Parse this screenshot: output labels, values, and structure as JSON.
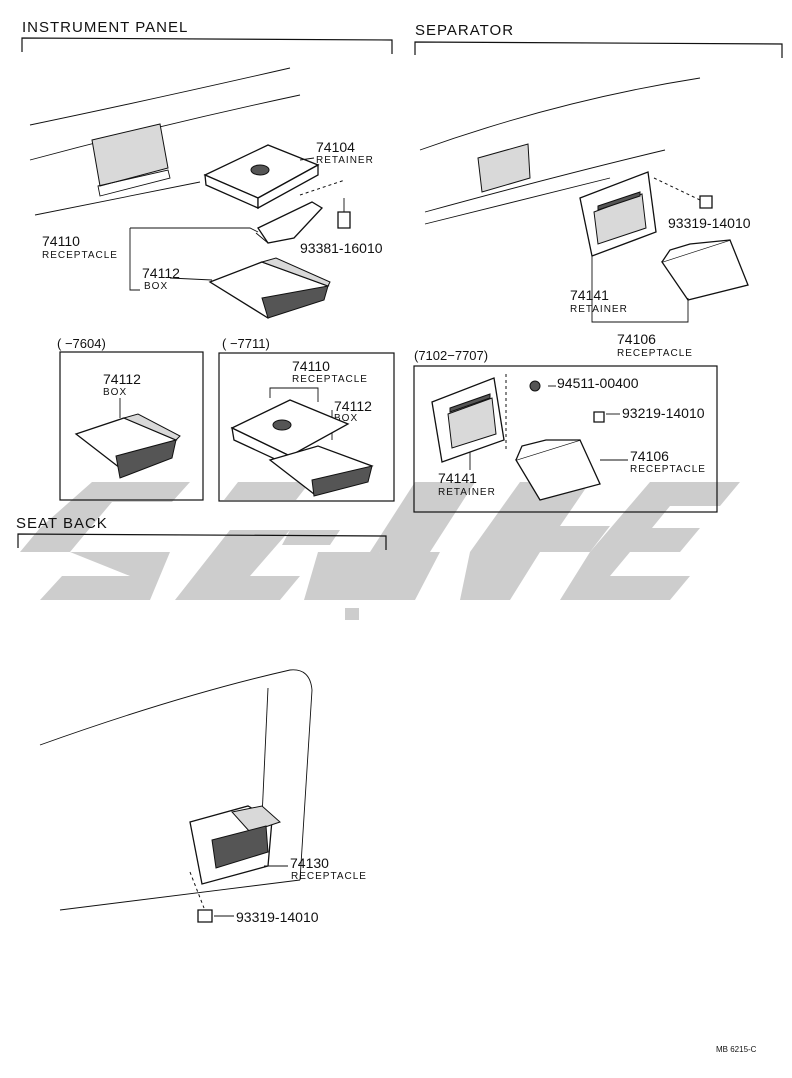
{
  "sections": {
    "instrument_panel": "INSTRUMENT  PANEL",
    "separator": "SEPARATOR",
    "seat_back": "SEAT  BACK"
  },
  "ranges": {
    "r1": "(        −7604)",
    "r2": "(        −7711)",
    "r3": "(7102−7707)"
  },
  "parts": {
    "p74104": {
      "number": "74104",
      "name": "RETAINER"
    },
    "p93381": {
      "number": "93381-16010"
    },
    "p74110": {
      "number": "74110",
      "name": "RECEPTACLE"
    },
    "p74112": {
      "number": "74112",
      "name": "BOX"
    },
    "p74112_a": {
      "number": "74112",
      "name": "BOX"
    },
    "p74110_b": {
      "number": "74110",
      "name": "RECEPTACLE"
    },
    "p74112_b": {
      "number": "74112",
      "name": "BOX"
    },
    "p93319_sep": {
      "number": "93319-14010"
    },
    "p74141": {
      "number": "74141",
      "name": "RETAINER"
    },
    "p74106": {
      "number": "74106",
      "name": "RECEPTACLE"
    },
    "p94511": {
      "number": "94511-00400"
    },
    "p93219": {
      "number": "93219-14010"
    },
    "p74141_b": {
      "number": "74141",
      "name": "RETAINER"
    },
    "p74106_b": {
      "number": "74106",
      "name": "RECEPTACLE"
    },
    "p74130": {
      "number": "74130",
      "name": "RECEPTACLE"
    },
    "p93319_seat": {
      "number": "93319-14010"
    }
  },
  "footer_code": "MB 6215-C",
  "colors": {
    "ink": "#111111",
    "watermark": "#c8c8c8"
  }
}
